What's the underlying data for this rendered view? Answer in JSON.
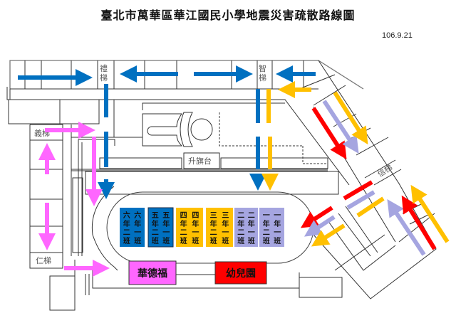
{
  "title": "臺北市萬華區華江國民小學地震災害疏散路線圖",
  "date": "106.9.21",
  "colors": {
    "blue": "#0070C0",
    "yellow": "#FFC000",
    "red": "#FF0000",
    "lavender": "#A5A5E0",
    "pink": "#FF66FF",
    "navy": "#0F4C8A"
  },
  "stairs": {
    "li": "禮梯",
    "zhi": "智梯",
    "yi": "義梯",
    "ren": "仁梯",
    "xin": "信梯"
  },
  "landmarks": {
    "flag_platform": "升旗台",
    "huadefu": "華德福",
    "kindergarten": "幼兒園"
  },
  "class_zones": [
    {
      "grade": "六年級",
      "color": "blue",
      "classes": [
        [
          "六",
          "年",
          "二",
          "班"
        ],
        [
          "六",
          "年",
          "一",
          "班"
        ]
      ]
    },
    {
      "grade": "五年級",
      "color": "navy-outline",
      "classes": [
        [
          "五",
          "年",
          "二",
          "班"
        ],
        [
          "五",
          "年",
          "一",
          "班"
        ]
      ]
    },
    {
      "grade": "四年級",
      "color": "yellow",
      "classes": [
        [
          "四",
          "年",
          "二",
          "班"
        ],
        [
          "四",
          "年",
          "一",
          "班"
        ]
      ]
    },
    {
      "grade": "三年級",
      "color": "yellow",
      "classes": [
        [
          "三",
          "年",
          "二",
          "班"
        ],
        [
          "三",
          "年",
          "一",
          "班"
        ]
      ]
    },
    {
      "grade": "二年級",
      "color": "lavender",
      "classes": [
        [
          "二",
          "年",
          "二",
          "班"
        ],
        [
          "二",
          "年",
          "一",
          "班"
        ]
      ]
    },
    {
      "grade": "一年級",
      "color": "lavender",
      "classes": [
        [
          "一",
          "年",
          "二",
          "班"
        ],
        [
          "一",
          "年",
          "一",
          "班"
        ]
      ]
    }
  ]
}
